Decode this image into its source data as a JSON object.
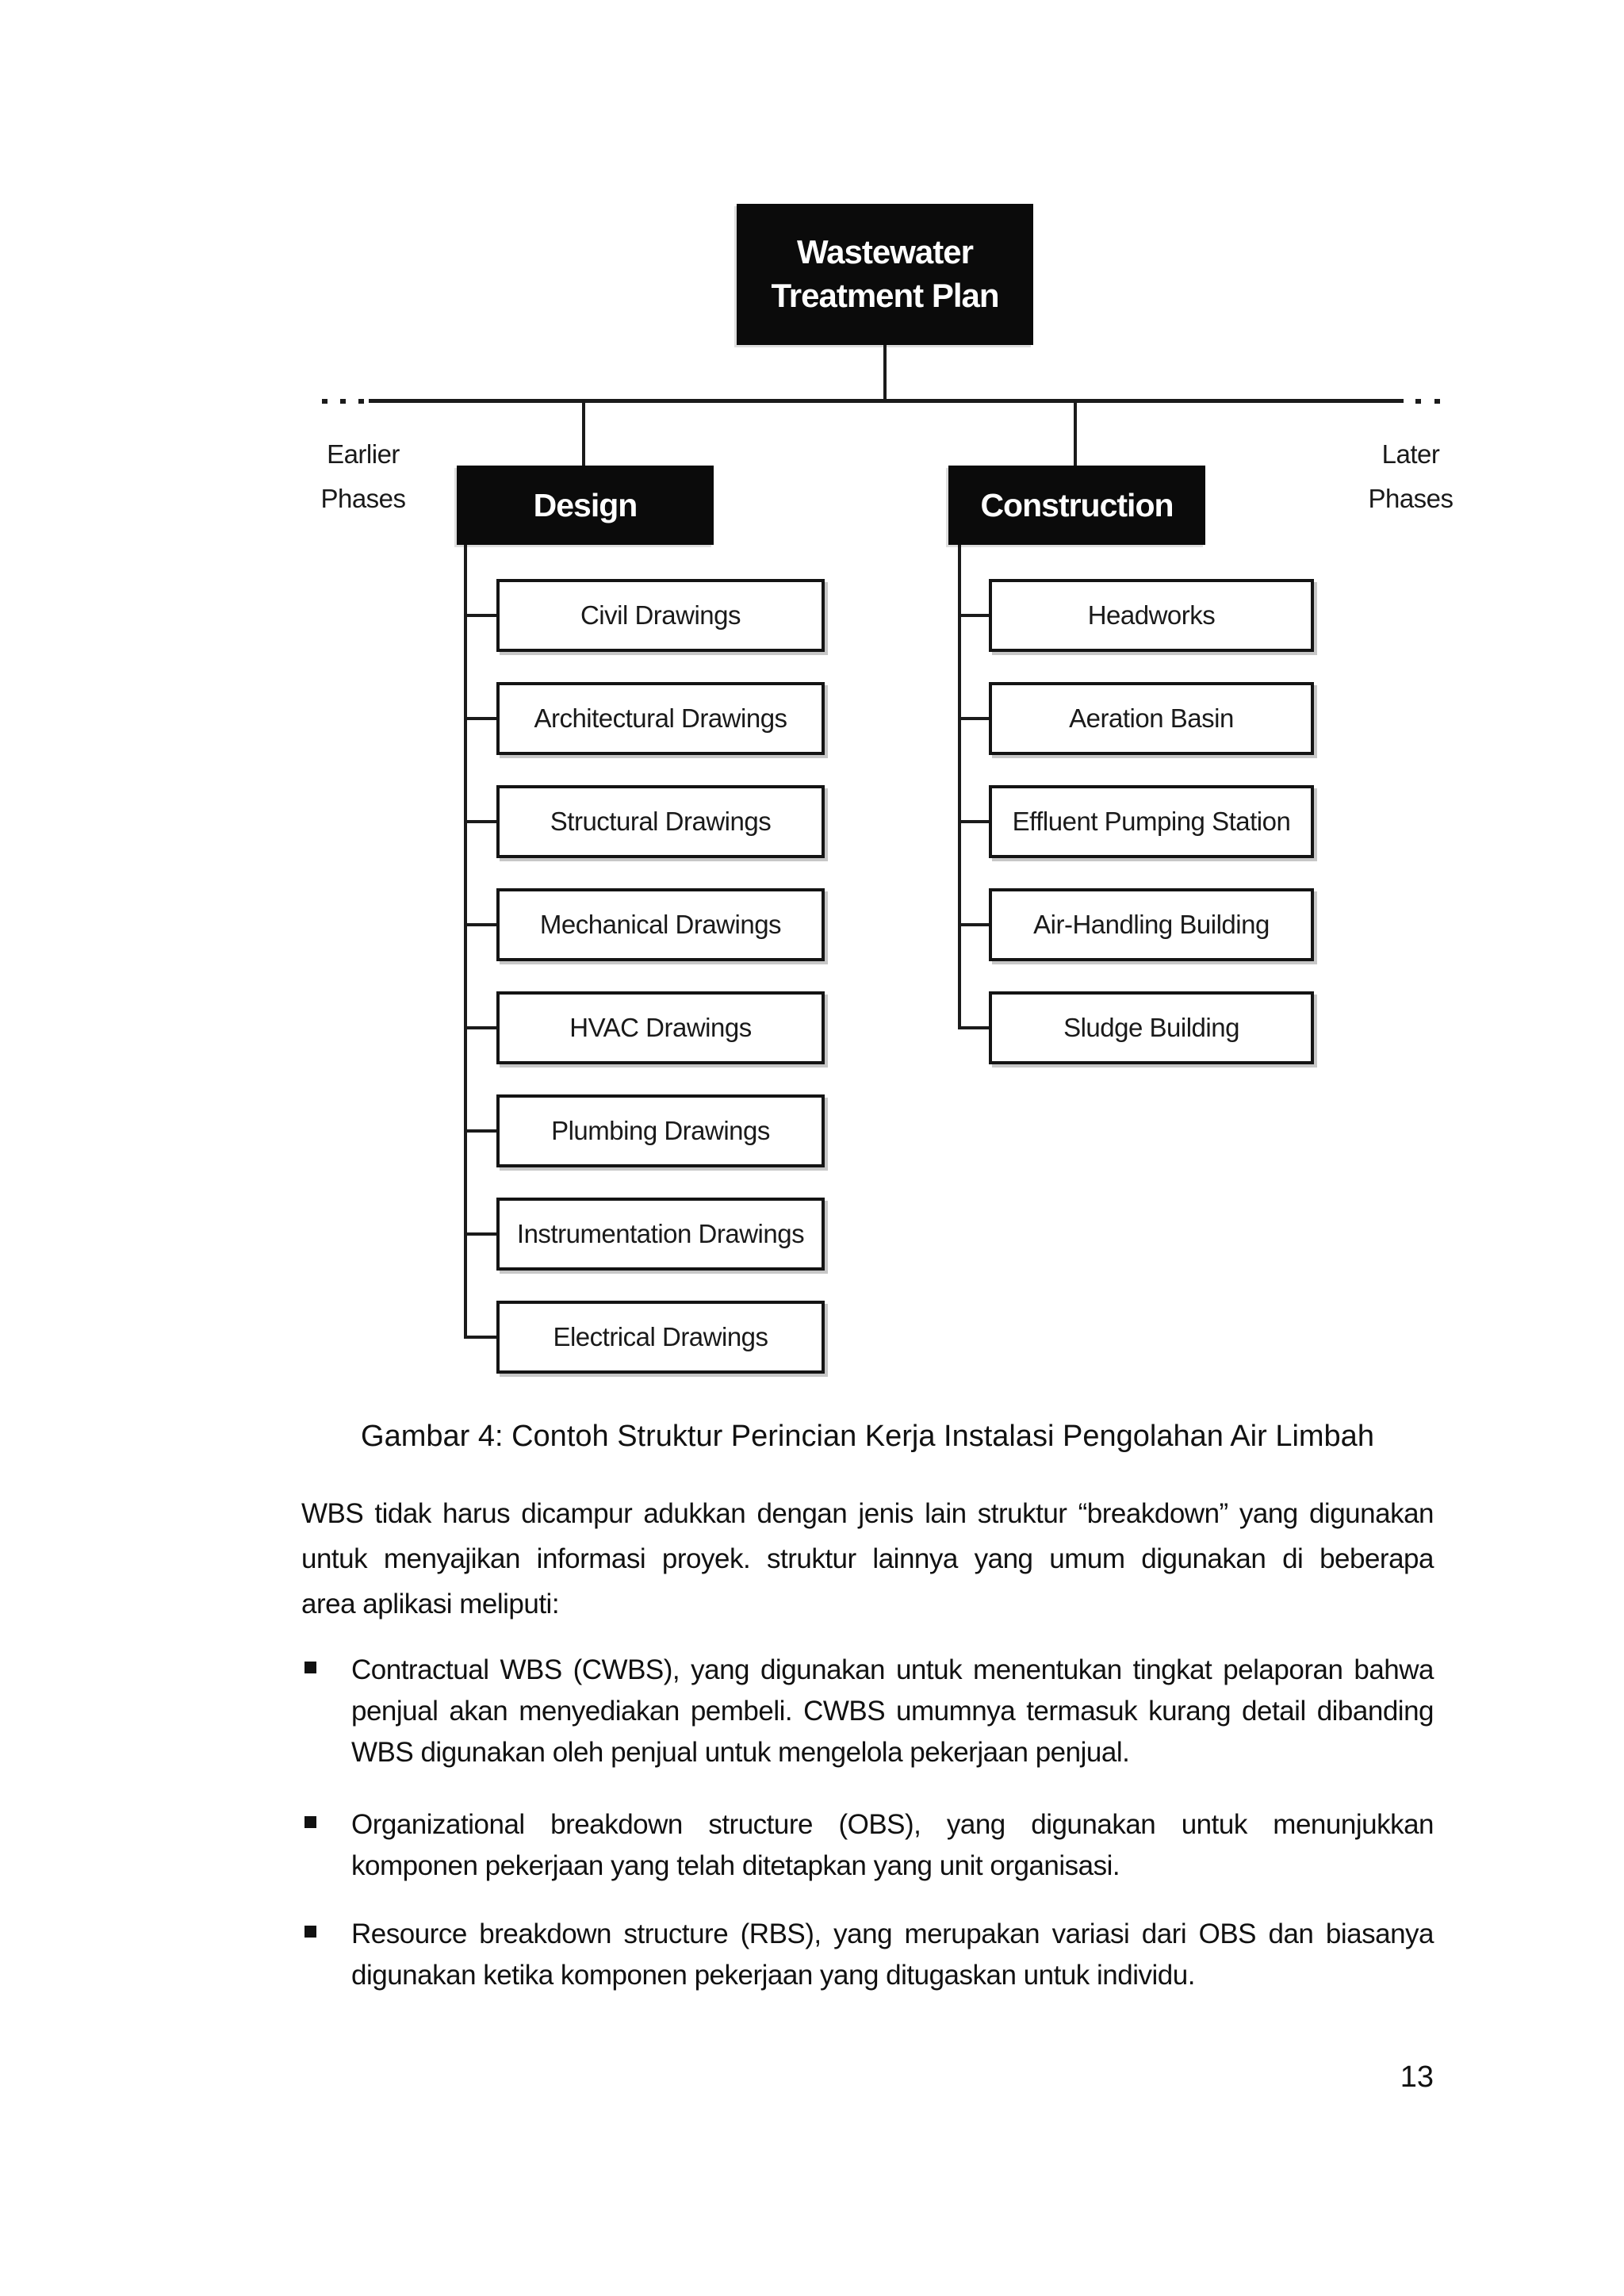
{
  "page": {
    "number": "13"
  },
  "diagram": {
    "root": {
      "label_line1": "Wastewater",
      "label_line2": "Treatment Plan"
    },
    "side_labels": {
      "left": {
        "line1": "Earlier",
        "line2": "Phases"
      },
      "right": {
        "line1": "Later",
        "line2": "Phases"
      }
    },
    "branches": [
      {
        "label": "Design",
        "children": [
          "Civil Drawings",
          "Architectural Drawings",
          "Structural Drawings",
          "Mechanical Drawings",
          "HVAC Drawings",
          "Plumbing Drawings",
          "Instrumentation Drawings",
          "Electrical Drawings"
        ]
      },
      {
        "label": "Construction",
        "children": [
          "Headworks",
          "Aeration Basin",
          "Effluent Pumping Station",
          "Air-Handling Building",
          "Sludge Building"
        ]
      }
    ],
    "colors": {
      "node_fill": "#0b0b0b",
      "node_text": "#ffffff",
      "line": "#1b1b1b"
    }
  },
  "caption": "Gambar 4: Contoh Struktur Perincian Kerja Instalasi Pengolahan Air Limbah",
  "paragraph": {
    "lines": [
      "WBS tidak harus dicampur adukkan dengan jenis lain struktur “breakdown”  yang digunakan",
      "untuk menyajikan informasi proyek. struktur lainnya yang umum digunakan di beberapa",
      "area aplikasi meliputi:"
    ]
  },
  "bullets": [
    {
      "lines": [
        "Contractual WBS (CWBS), yang digunakan untuk menentukan tingkat pelaporan bahwa",
        "penjual akan menyediakan pembeli. CWBS umumnya termasuk kurang detail dibanding",
        "WBS digunakan oleh penjual untuk mengelola pekerjaan penjual."
      ]
    },
    {
      "lines": [
        "Organizational breakdown structure (OBS), yang digunakan untuk menunjukkan",
        "komponen pekerjaan yang telah ditetapkan yang unit organisasi."
      ]
    },
    {
      "lines": [
        "Resource breakdown structure (RBS), yang merupakan variasi dari OBS dan biasanya",
        "digunakan ketika komponen pekerjaan yang ditugaskan untuk individu."
      ]
    }
  ]
}
